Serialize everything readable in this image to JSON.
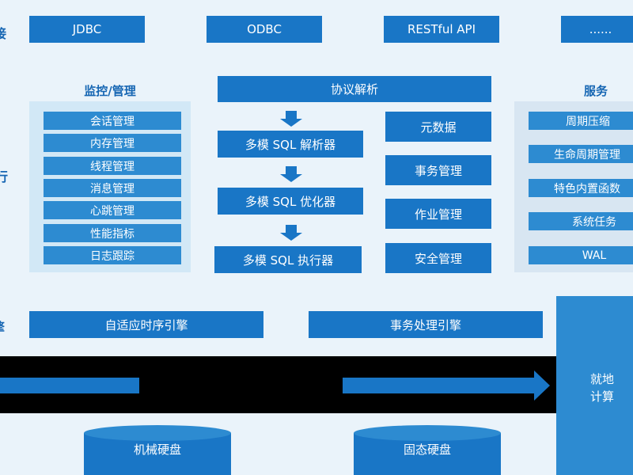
{
  "interfaces": {
    "side_label": "接",
    "items": [
      "JDBC",
      "ODBC",
      "RESTful API",
      "......"
    ]
  },
  "monitor": {
    "title": "监控/管理",
    "items": [
      "会话管理",
      "内存管理",
      "线程管理",
      "消息管理",
      "心跳管理",
      "性能指标",
      "日志跟踪"
    ]
  },
  "execution": {
    "side_label": "行",
    "protocol": "协议解析",
    "pipeline": [
      "多模 SQL 解析器",
      "多模 SQL 优化器",
      "多模 SQL 执行器"
    ],
    "services": [
      "元数据",
      "事务管理",
      "作业管理",
      "安全管理"
    ]
  },
  "services_panel": {
    "title": "服务",
    "items": [
      "周期压缩",
      "生命周期管理",
      "特色内置函数",
      "系统任务",
      "WAL"
    ]
  },
  "engines": {
    "side_label": "擎",
    "items": [
      "自适应时序引擎",
      "事务处理引擎"
    ]
  },
  "local_compute": "就地\n计算",
  "storage": [
    "机械硬盘",
    "固态硬盘"
  ],
  "colors": {
    "primary": "#1976c6",
    "secondary": "#2d8bd1",
    "panel": "#d2e8f6",
    "background": "#eaf3fa",
    "band": "#000000"
  }
}
